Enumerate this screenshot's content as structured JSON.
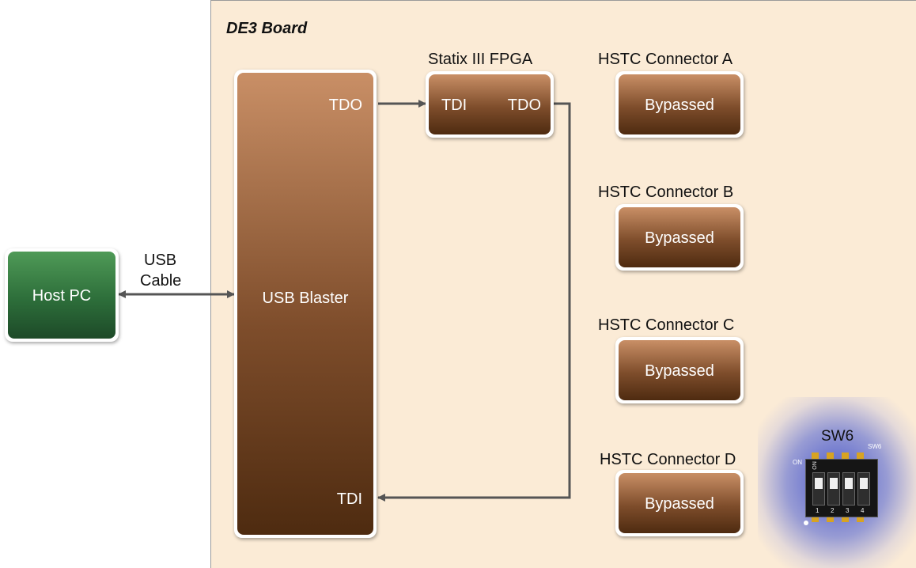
{
  "board": {
    "title": "DE3 Board"
  },
  "host_pc": {
    "label": "Host PC"
  },
  "cable": {
    "line1": "USB",
    "line2": "Cable"
  },
  "usb_blaster": {
    "label": "USB Blaster",
    "tdo": "TDO",
    "tdi": "TDI"
  },
  "fpga": {
    "title": "Statix III FPGA",
    "tdi": "TDI",
    "tdo": "TDO"
  },
  "connectors": [
    {
      "title": "HSTC Connector A",
      "status": "Bypassed"
    },
    {
      "title": "HSTC Connector B",
      "status": "Bypassed"
    },
    {
      "title": "HSTC Connector C",
      "status": "Bypassed"
    },
    {
      "title": "HSTC Connector D",
      "status": "Bypassed"
    }
  ],
  "switch": {
    "title": "SW6",
    "small_label": "SW6",
    "on_label": "ON",
    "positions": [
      "1",
      "2",
      "3",
      "4"
    ]
  }
}
